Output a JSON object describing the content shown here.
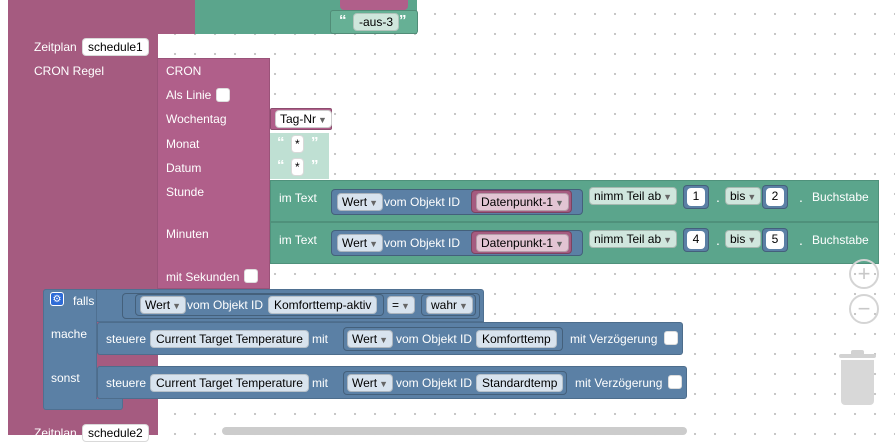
{
  "top": {
    "aus3_label": "-aus-3"
  },
  "schedule": {
    "zeitplan1_label": "Zeitplan",
    "zeitplan1_value": "schedule1",
    "cron_regel_label": "CRON Regel",
    "zeitplan2_label": "Zeitplan",
    "zeitplan2_value": "schedule2"
  },
  "cron": {
    "title": "CRON",
    "als_linie": "Als Linie",
    "wochentag": "Wochentag",
    "wochentag_value": "Tag-Nr",
    "monat": "Monat",
    "monat_value": "*",
    "datum": "Datum",
    "datum_value": "*",
    "stunde": "Stunde",
    "minuten": "Minuten",
    "mit_sekunden": "mit Sekunden"
  },
  "substring_rows": [
    {
      "im_text": "im Text",
      "wert": "Wert",
      "vom_objekt": "vom Objekt ID",
      "datapoint": "Datenpunkt-1",
      "nimm_teil": "nimm Teil ab",
      "from": "1",
      "bis": "bis",
      "to": "2",
      "buchstabe": "Buchstabe"
    },
    {
      "im_text": "im Text",
      "wert": "Wert",
      "vom_objekt": "vom Objekt ID",
      "datapoint": "Datenpunkt-1",
      "nimm_teil": "nimm Teil ab",
      "from": "4",
      "bis": "bis",
      "to": "5",
      "buchstabe": "Buchstabe"
    }
  ],
  "if_block": {
    "falls": "falls",
    "wert": "Wert",
    "vom_objekt": "vom Objekt ID",
    "object": "Komforttemp-aktiv",
    "operator": "=",
    "value": "wahr",
    "mache": "mache",
    "sonst": "sonst",
    "then": {
      "steuere": "steuere",
      "target": "Current Target Temperature",
      "mit": "mit",
      "wert": "Wert",
      "vom_objekt": "vom Objekt ID",
      "object": "Komforttemp",
      "delay": "mit Verzögerung"
    },
    "else": {
      "steuere": "steuere",
      "target": "Current Target Temperature",
      "mit": "mit",
      "wert": "Wert",
      "vom_objekt": "vom Objekt ID",
      "object": "Standardtemp",
      "delay": "mit Verzögerung"
    }
  },
  "controls": {
    "zoom_in": "+",
    "zoom_out": "−"
  },
  "colors": {
    "schedule_block": "#a55b80",
    "text_block": "#5ba58c",
    "logic_block": "#5b80a5"
  }
}
